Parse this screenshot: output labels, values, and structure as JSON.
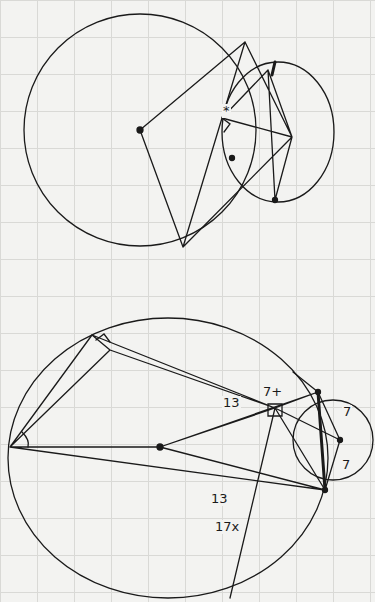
{
  "diagram": {
    "labels": [
      "*",
      "7+",
      "13",
      "7",
      "7",
      "13",
      "17x"
    ]
  }
}
